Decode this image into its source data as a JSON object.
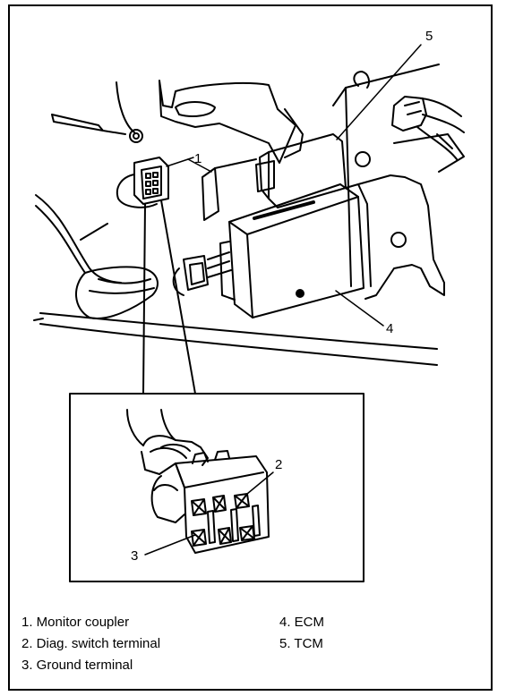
{
  "callouts": [
    "1",
    "2",
    "3",
    "4",
    "5"
  ],
  "legend": {
    "left": [
      "1. Monitor coupler",
      "2. Diag. switch terminal",
      "3. Ground terminal"
    ],
    "right": [
      "4. ECM",
      "5. TCM"
    ]
  }
}
